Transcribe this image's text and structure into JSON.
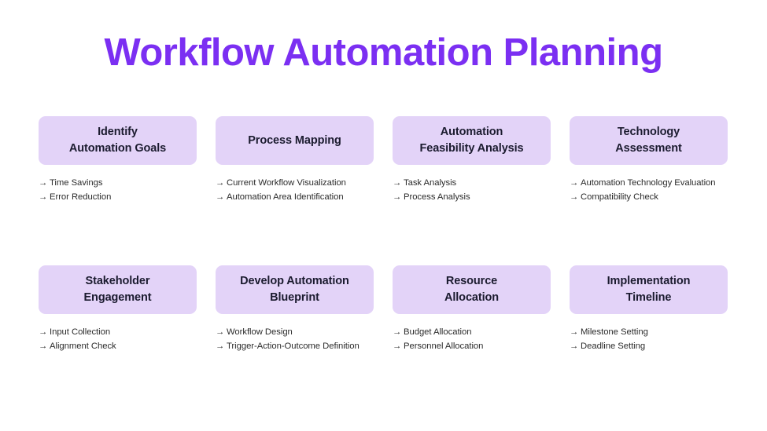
{
  "slide": {
    "title": "Workflow Automation Planning",
    "title_color": "#7B2FF2",
    "background_color": "#FFFFFF",
    "card_color": "#E3D3F8",
    "card_text_color": "#1B1B2F",
    "bullet_text_color": "#2B2B2B",
    "bullet_marker": "→"
  },
  "steps": [
    {
      "title": "Identify\nAutomation Goals",
      "title_line1": "Identify",
      "title_line2": "Automation Goals",
      "points": [
        "Time Savings",
        "Error Reduction"
      ]
    },
    {
      "title": "Process Mapping",
      "title_line1": "Process Mapping",
      "title_line2": "",
      "points": [
        "Current Workflow Visualization",
        "Automation Area Identification"
      ]
    },
    {
      "title": "Automation\nFeasibility Analysis",
      "title_line1": "Automation",
      "title_line2": "Feasibility Analysis",
      "points": [
        "Task Analysis",
        "Process Analysis"
      ]
    },
    {
      "title": "Technology\nAssessment",
      "title_line1": "Technology",
      "title_line2": "Assessment",
      "points": [
        "Automation Technology Evaluation",
        "Compatibility Check"
      ]
    },
    {
      "title": "Stakeholder\nEngagement",
      "title_line1": "Stakeholder",
      "title_line2": "Engagement",
      "points": [
        "Input Collection",
        "Alignment Check"
      ]
    },
    {
      "title": "Develop Automation\nBlueprint",
      "title_line1": "Develop Automation",
      "title_line2": "Blueprint",
      "points": [
        "Workflow Design",
        "Trigger-Action-Outcome Definition"
      ]
    },
    {
      "title": "Resource\nAllocation",
      "title_line1": "Resource",
      "title_line2": "Allocation",
      "points": [
        "Budget Allocation",
        "Personnel Allocation"
      ]
    },
    {
      "title": "Implementation\nTimeline",
      "title_line1": "Implementation",
      "title_line2": "Timeline",
      "points": [
        "Milestone Setting",
        "Deadline Setting"
      ]
    }
  ]
}
